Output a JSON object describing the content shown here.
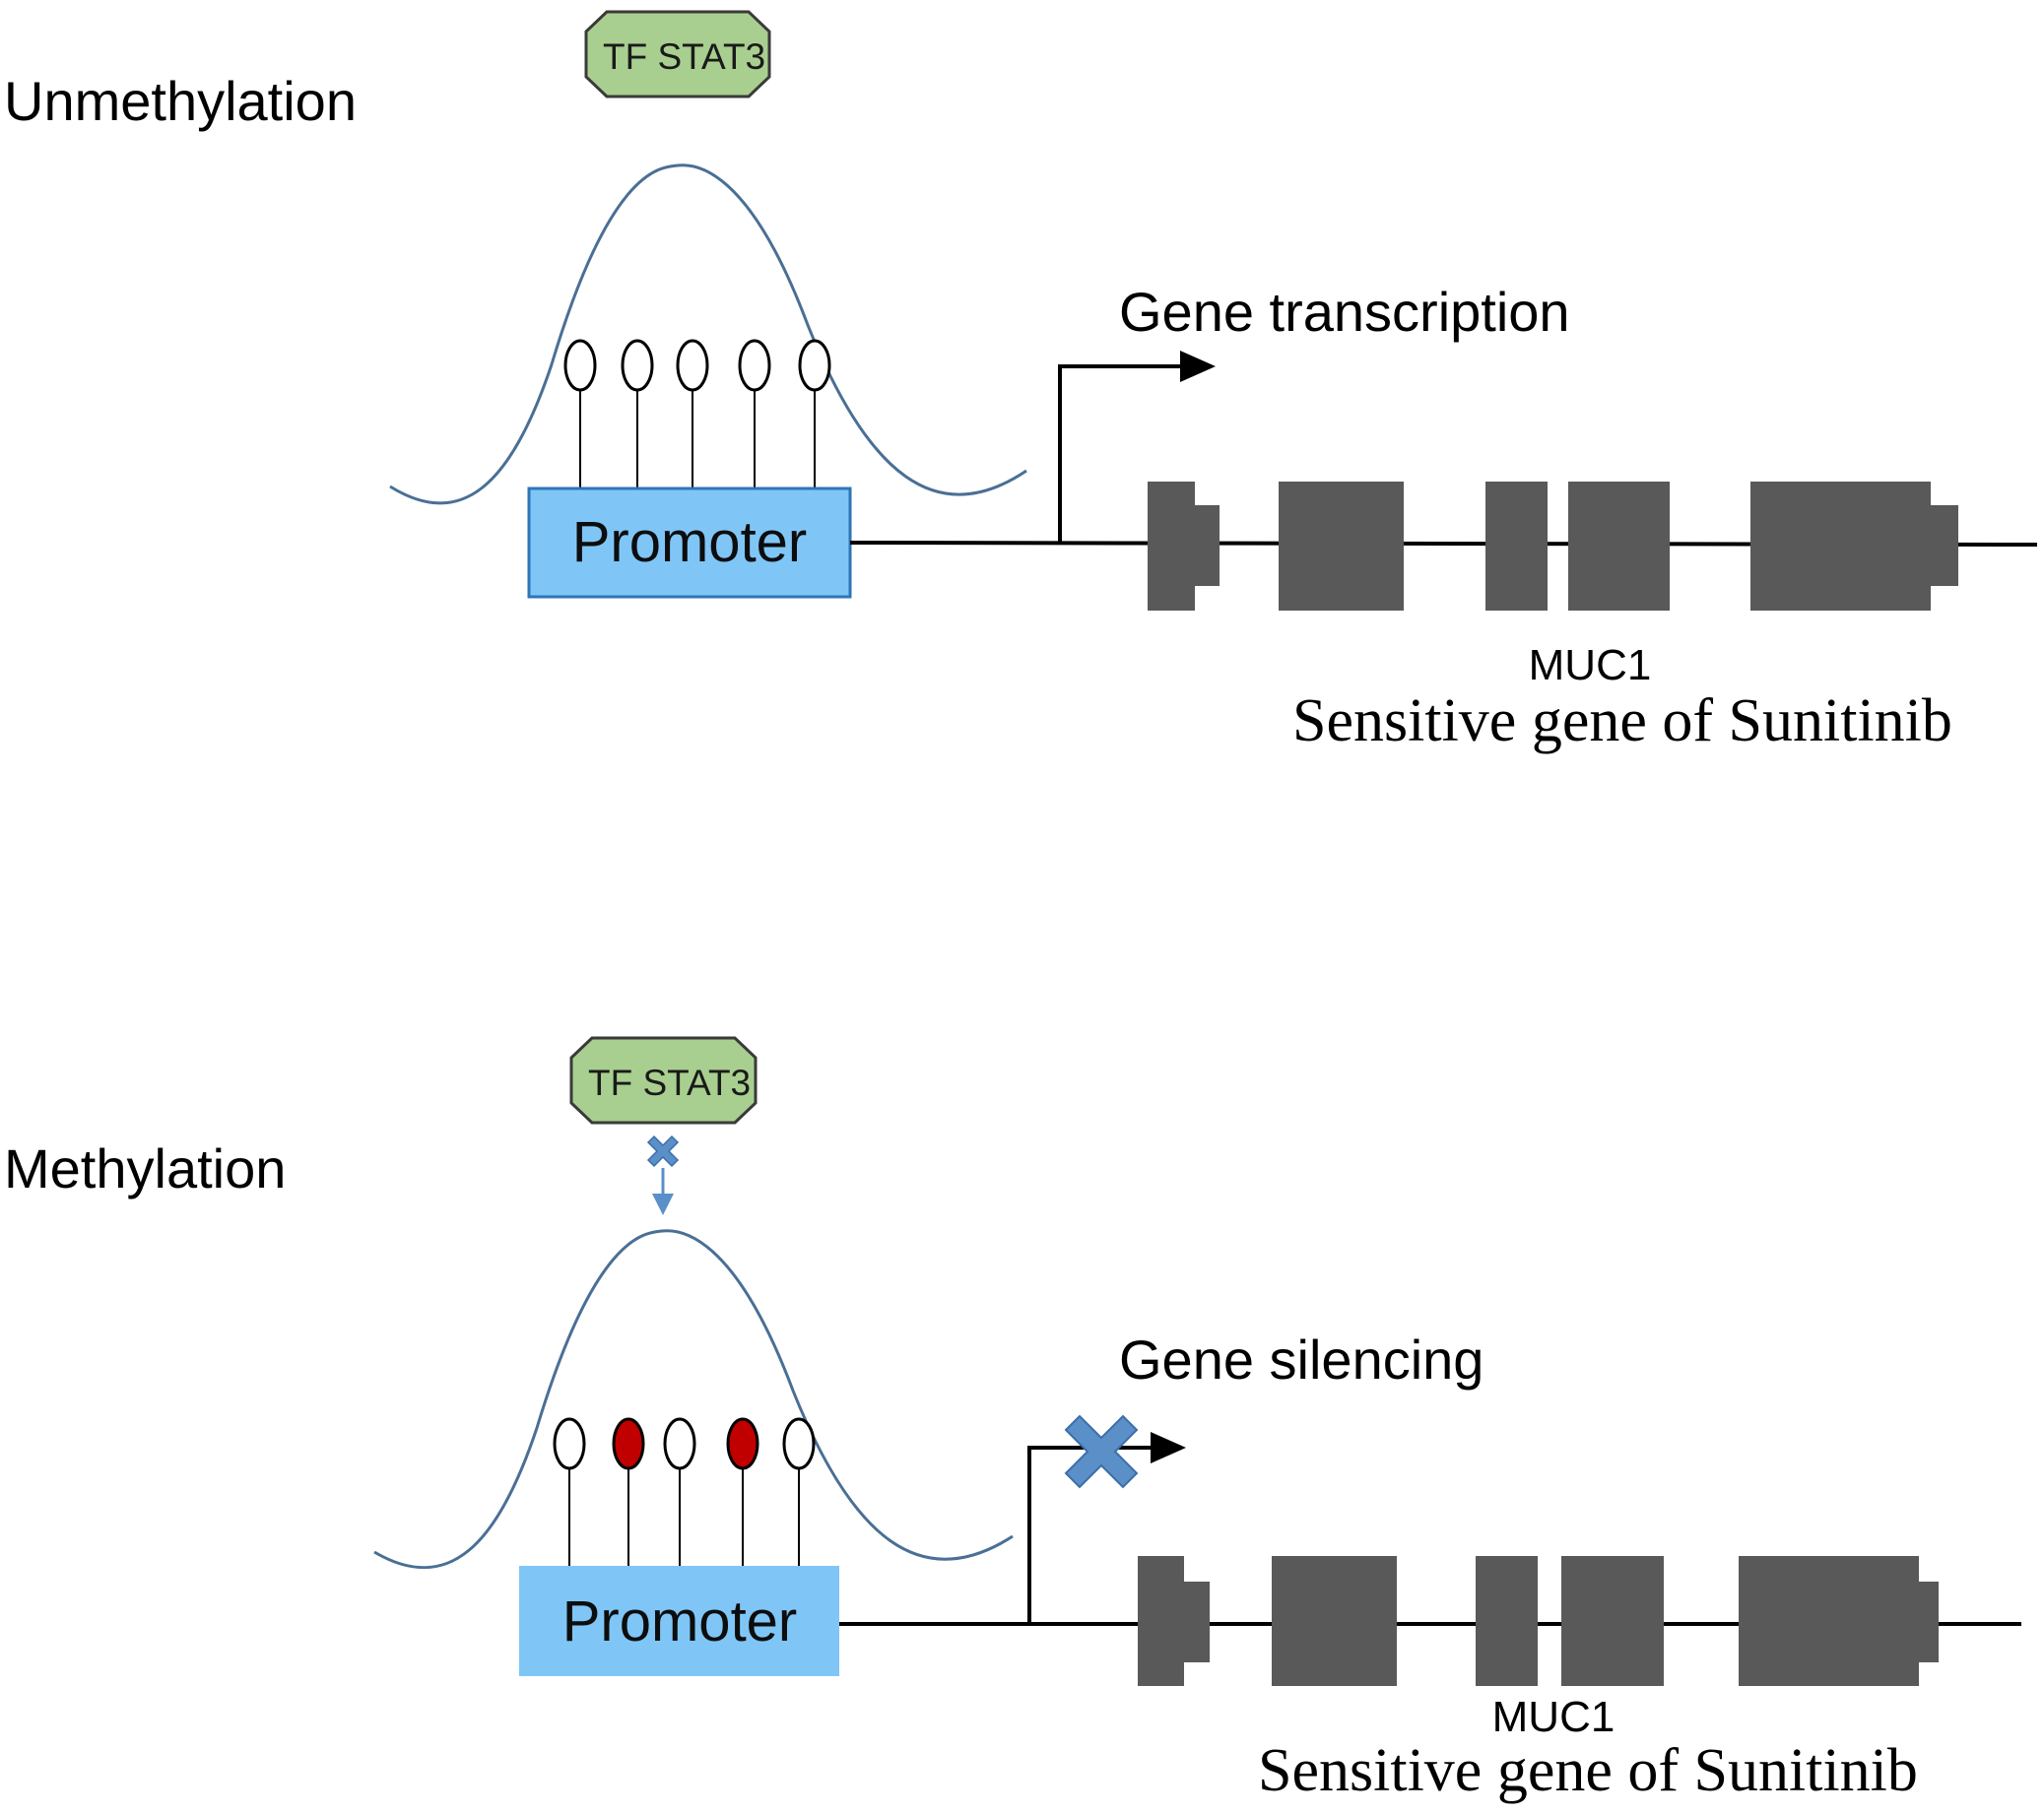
{
  "colors": {
    "curve": "#4a6f95",
    "promoter_fill": "#7fc6f7",
    "promoter_border": "#2e75b6",
    "tf_fill": "#a8cf8f",
    "tf_border": "#3a3a3a",
    "exon": "#595959",
    "line": "#000000",
    "methylated": "#c00000",
    "unmethylated": "#ffffff",
    "block_mark": "#5b8fc8"
  },
  "icons": {
    "tf_shape": "octagon",
    "cpg_site": "lollipop-ellipse",
    "blocked_mark": "x-cross-icon",
    "tss": "bent-arrow-icon"
  },
  "top_panel": {
    "label": "Unmethylation",
    "tf_label": "TF STAT3",
    "promoter_label": "Promoter",
    "outcome_label": "Gene transcription",
    "gene_label": "MUC1",
    "gene_description": "Sensitive gene of Sunitinib",
    "cpg_states": [
      "unmethylated",
      "unmethylated",
      "unmethylated",
      "unmethylated",
      "unmethylated"
    ]
  },
  "bottom_panel": {
    "label": "Methylation",
    "tf_label": "TF STAT3",
    "promoter_label": "Promoter",
    "outcome_label": "Gene silencing",
    "gene_label": "MUC1",
    "gene_description": "Sensitive gene of Sunitinib",
    "cpg_states": [
      "unmethylated",
      "methylated",
      "unmethylated",
      "methylated",
      "unmethylated"
    ]
  }
}
